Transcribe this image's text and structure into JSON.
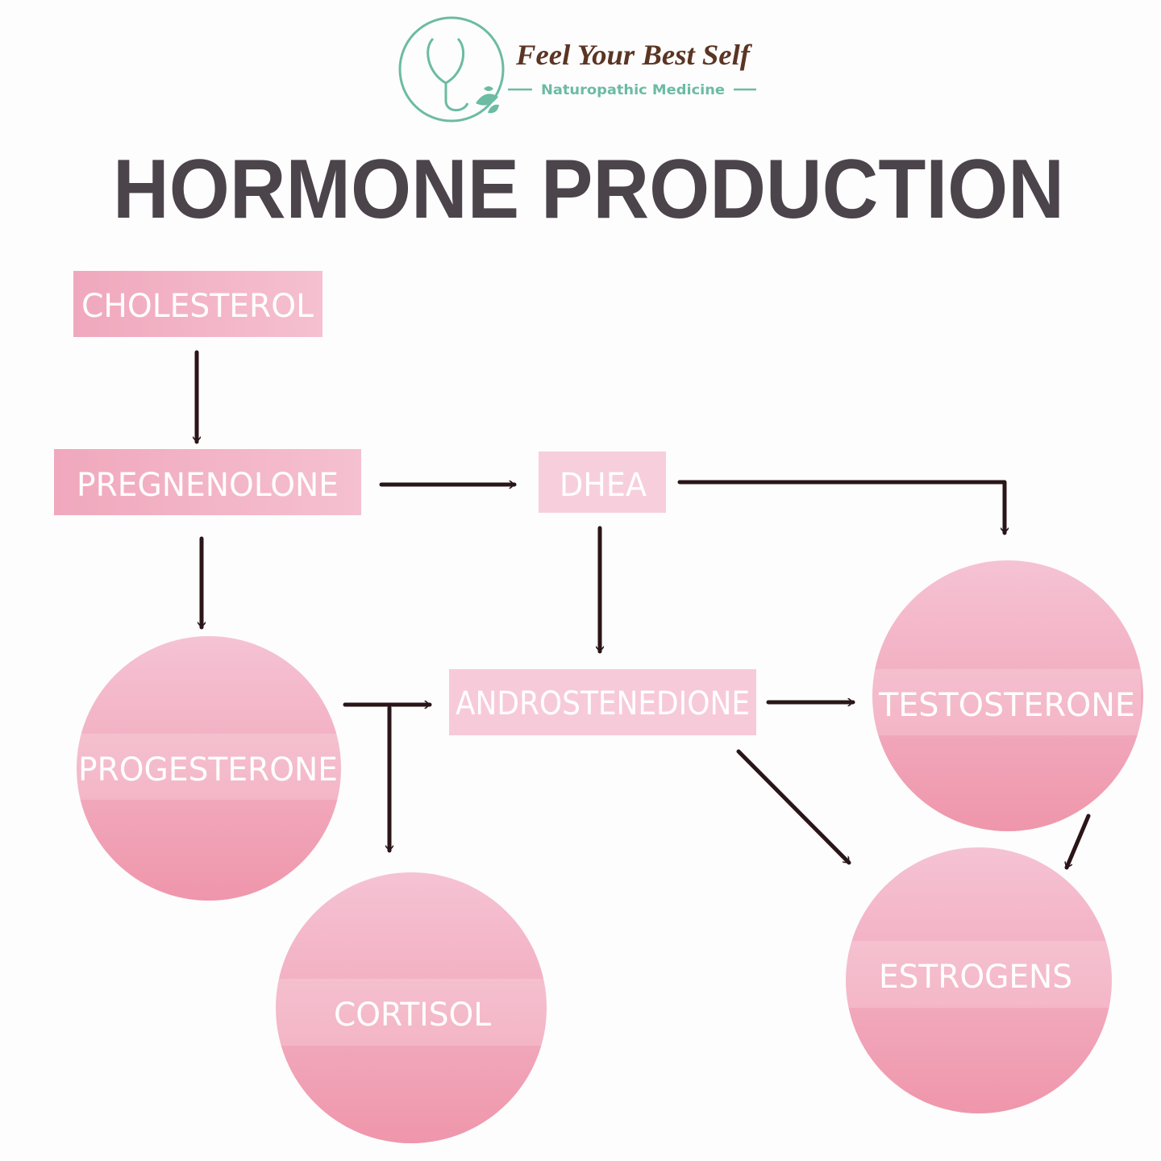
{
  "logo": {
    "brand": "Feel Your Best Self",
    "tagline": "Naturopathic Medicine"
  },
  "title": "HORMONE PRODUCTION",
  "nodes": {
    "cholesterol": "CHOLESTEROL",
    "pregnenolone": "PREGNENOLONE",
    "dhea": "DHEA",
    "progesterone": "PROGESTERONE",
    "androstenedione": "ANDROSTENEDIONE",
    "testosterone": "TESTOSTERONE",
    "cortisol": "CORTISOL",
    "estrogens": "ESTROGENS"
  },
  "colors": {
    "pink": "#f2aec3",
    "light_pink": "#f6c6d5",
    "arrow": "#2a1518",
    "teal": "#6cbba3",
    "brown": "#5b3524"
  }
}
